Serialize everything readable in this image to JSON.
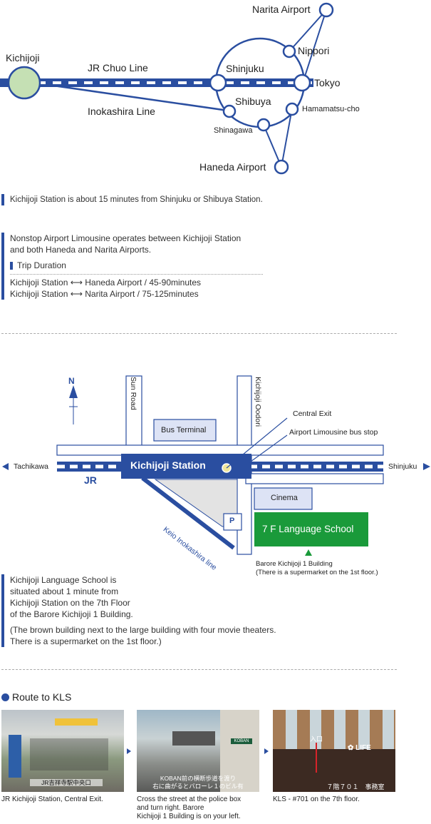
{
  "route_map": {
    "stations": {
      "kichijoji": "Kichijoji",
      "shinjuku": "Shinjuku",
      "tokyo": "Tokyo",
      "shibuya": "Shibuya",
      "shinagawa": "Shinagawa",
      "hamamatsucho": "Hamamatsu-cho",
      "nippori": "Nippori",
      "narita": "Narita Airport",
      "haneda": "Haneda Airport"
    },
    "lines": {
      "jr_chuo": "JR Chuo Line",
      "inokashira": "Inokashira Line"
    }
  },
  "note1": "Kichijoji Station is about 15 minutes from Shinjuku or Shibuya Station.",
  "limousine": {
    "line1": "Nonstop Airport Limousine operates between Kichijoji Station",
    "line2": "and both Haneda and Narita Airports.",
    "trip_title": "Trip Duration",
    "haneda_from": "Kichijoji Station",
    "haneda_to": "Haneda Airport / 45-90minutes",
    "narita_from": "Kichijoji Station",
    "narita_to": "Narita Airport / 75-125minutes",
    "arrow": "⟷"
  },
  "area_map": {
    "north": "N",
    "sun_road": "Sun Road",
    "kichijoji_oodori": "Kichijoji Oodori",
    "bus_terminal": "Bus Terminal",
    "central_exit": "Central Exit",
    "bus_stop": "Airport Limousine bus stop",
    "tachikawa": "Tachikawa",
    "shinjuku": "Shinjuku",
    "jr": "JR",
    "station": "Kichijoji Station",
    "cinema": "Cinema",
    "parking": "P",
    "school": "7 F Language School",
    "keio": "Keio Inokashira line",
    "building_name": "Barore Kichijoji 1 Building",
    "building_note": "(There is a supermarket on the 1st floor.)"
  },
  "school_note": {
    "l1": "Kichijoji Language School is",
    "l2": "situated about 1 minute from",
    "l3": "Kichijoji Station on the 7th Floor",
    "l4": "of the Barore Kichijoji 1 Building.",
    "l5": "(The brown building next to the large building with four movie theaters.",
    "l6": "There is a supermarket on the 1st floor.)"
  },
  "route": {
    "title": "Route to KLS",
    "photo1_sign": "JR吉祥寺駅中央口",
    "photo2_sign1": "KOBAN前の横断歩道を渡り",
    "photo2_sign2": "右に曲がるとバローレ１のビル有",
    "photo2_koban": "KOBAN",
    "photo3_entrance": "入口",
    "photo3_office": "７階７０１　事務室",
    "photo3_life": "LIFE",
    "cap1": "JR Kichijoji Station, Central Exit.",
    "cap2_l1": "Cross the street at the police box",
    "cap2_l2": "and turn right. Barore",
    "cap2_l3": "Kichijoji 1 Building is on your left.",
    "cap3": "KLS - #701 on the 7th floor."
  },
  "colors": {
    "line_blue": "#2a4ea0",
    "station_green": "#c5e0b4",
    "school_green": "#1a9a3a",
    "building_fill": "#dde3f5"
  }
}
